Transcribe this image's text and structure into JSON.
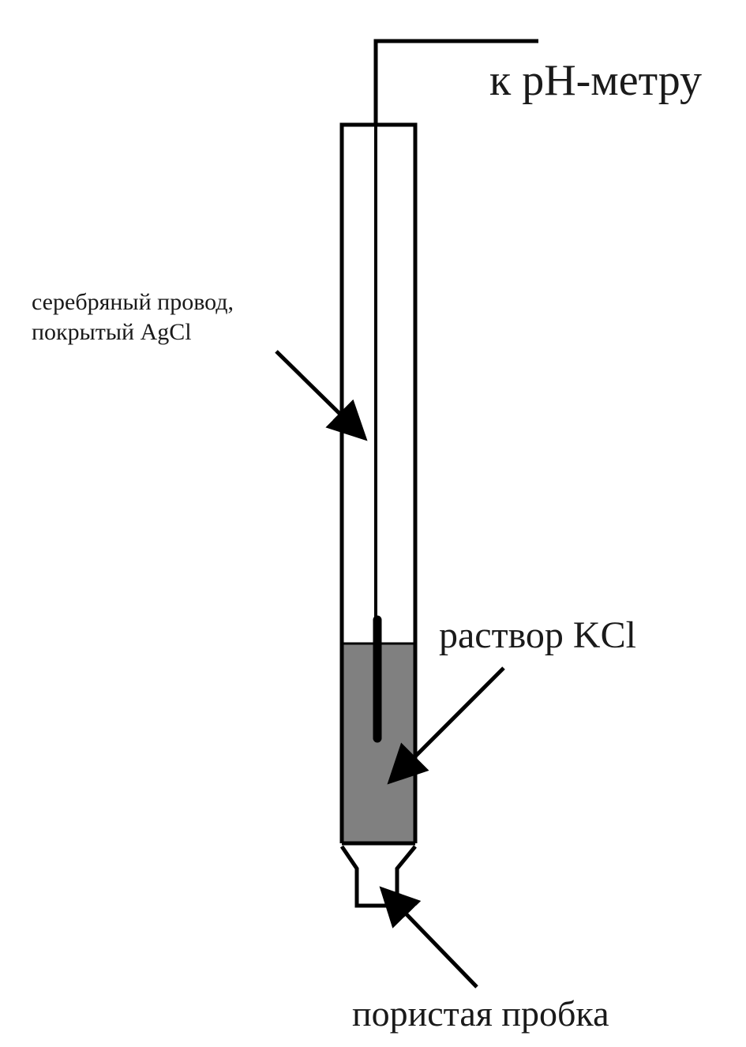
{
  "labels": {
    "meter": "к pH-метру",
    "wire_line1": "серебряный провод,",
    "wire_line2": "покрытый AgCl",
    "solution": "раствор KCl",
    "plug": "пористая пробка"
  },
  "colors": {
    "outline": "#000000",
    "solution_fill": "#808080",
    "text": "#1a1a1a",
    "background": "#ffffff"
  }
}
